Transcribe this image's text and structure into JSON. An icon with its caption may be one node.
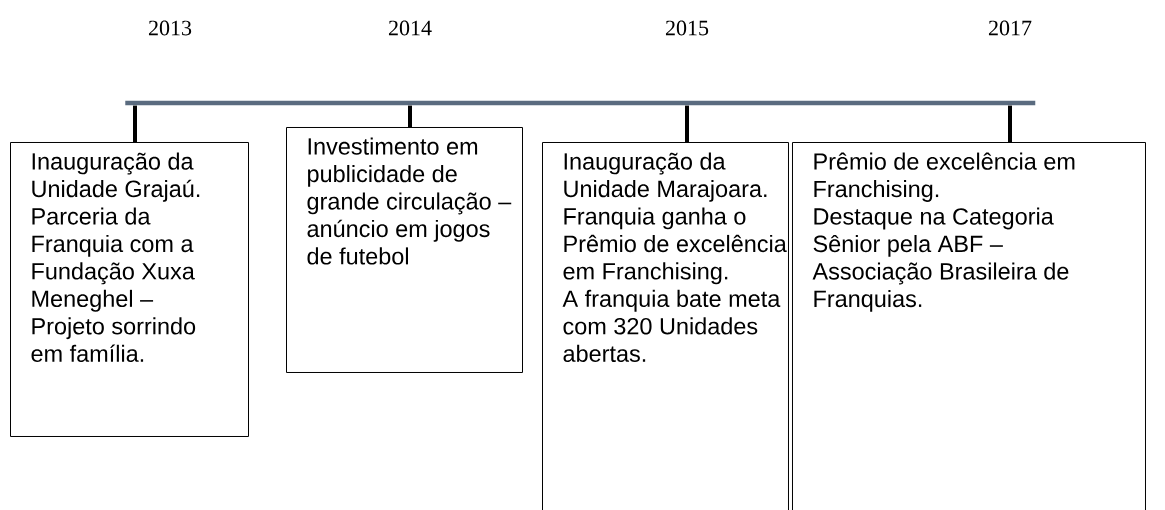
{
  "diagram": {
    "nodes": [
      {
        "text": [],
        "shape": "bar"
      },
      {
        "text": [
          "Inauguração da Unidade Grajaú.",
          "Parceria da Franquia com a Fundação Xuxa Meneghel – Projeto sorrindo em família."
        ]
      },
      {
        "text": [
          "Investimento em publicidade de grande circulação – anúncio em jogos de futebol"
        ]
      },
      {
        "text": [
          "Inauguração da Unidade Marajoara.",
          "Franquia ganha o Prêmio de excelência em Franchising.",
          "A franquia bate meta com 320 Unidades abertas."
        ]
      },
      {
        "text": [
          "Prêmio de excelência em Franchising.",
          "Destaque na Categoria Sênior pela ABF – Associação Brasileira de Franquias."
        ]
      }
    ],
    "edges": [
      {
        "from": 0,
        "to": 1,
        "arrow": "none"
      },
      {
        "from": 0,
        "to": 2,
        "arrow": "none"
      },
      {
        "from": 0,
        "to": 3,
        "arrow": "none"
      },
      {
        "from": 0,
        "to": 4,
        "arrow": "none"
      }
    ],
    "labels": [
      "2013",
      "2014",
      "2015",
      "2017"
    ]
  }
}
